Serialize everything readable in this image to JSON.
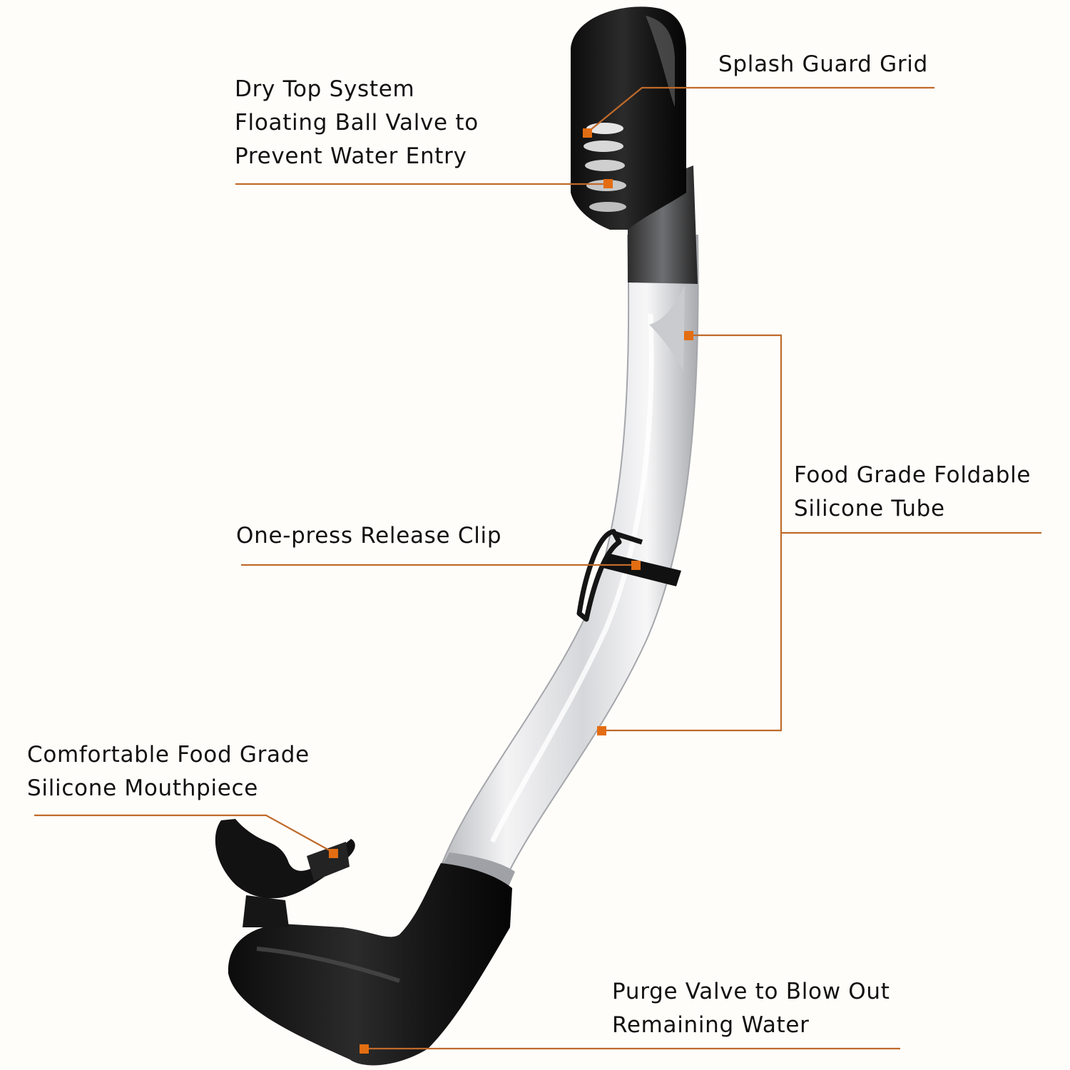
{
  "colors": {
    "leader_line": "#c06a2a",
    "marker": "#e36d12",
    "snorkel_dark": "#141414",
    "tube_clear": "#dcdde0",
    "background": "#fffdfa"
  },
  "labels": {
    "splash_guard": [
      "Splash Guard Grid"
    ],
    "dry_top": [
      "Dry Top System",
      "Floating Ball Valve to",
      "Prevent Water Entry"
    ],
    "silicone_tube": [
      "Food Grade Foldable",
      "Silicone Tube"
    ],
    "release_clip": [
      "One-press Release Clip"
    ],
    "mouthpiece": [
      "Comfortable Food Grade",
      "Silicone Mouthpiece"
    ],
    "purge_valve": [
      "Purge Valve to Blow Out",
      "Remaining Water"
    ]
  }
}
